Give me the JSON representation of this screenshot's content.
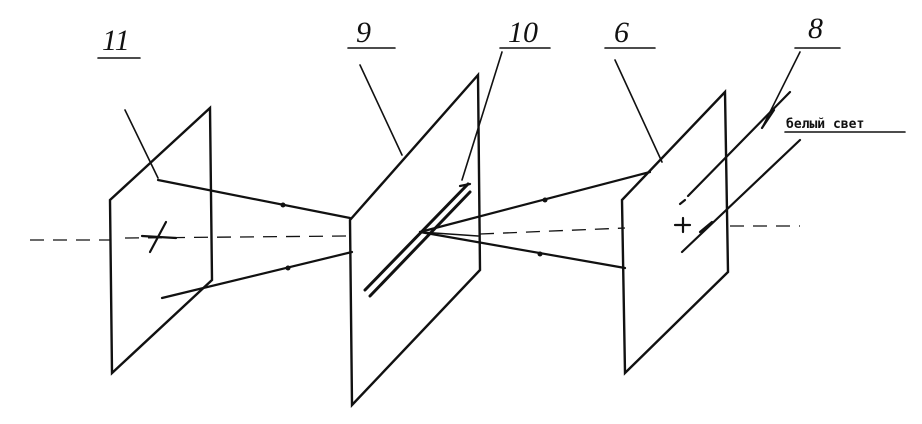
{
  "labels": {
    "plane_11": "11",
    "plane_9": "9",
    "element_10": "10",
    "plane_6": "6",
    "beam_8": "8",
    "beam_note": "белый свет"
  }
}
